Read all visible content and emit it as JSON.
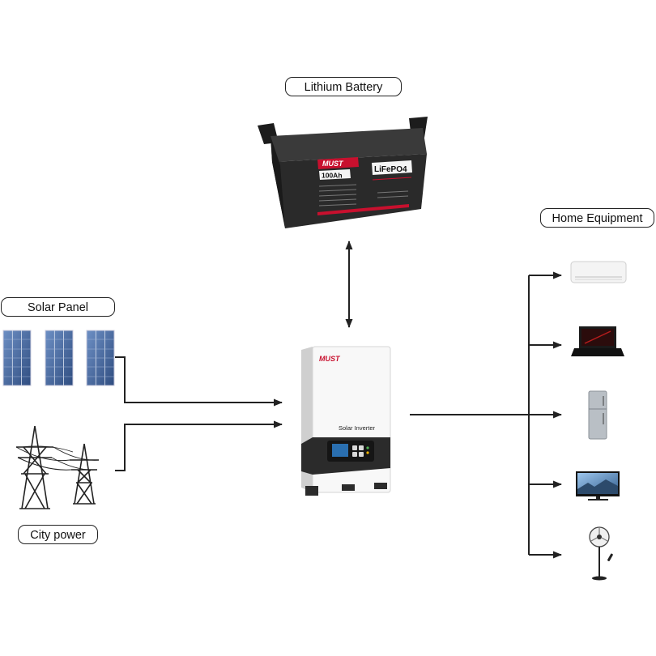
{
  "labels": {
    "battery": "Lithium Battery",
    "solar": "Solar Panel",
    "city": "City power",
    "home": "Home Equipment"
  },
  "battery": {
    "brand": "MUST",
    "capacity": "100Ah",
    "chemistry": "LiFePO4"
  },
  "inverter": {
    "brand": "MUST",
    "model": "Solar Inverter"
  },
  "colors": {
    "line": "#222222",
    "brand_red": "#c8102e",
    "battery_body": "#2a2a2a",
    "solar_cell": "#3a5a8c"
  },
  "devices": [
    {
      "icon": "air-conditioner-icon"
    },
    {
      "icon": "laptop-icon"
    },
    {
      "icon": "refrigerator-icon"
    },
    {
      "icon": "television-icon"
    },
    {
      "icon": "fan-icon"
    }
  ]
}
